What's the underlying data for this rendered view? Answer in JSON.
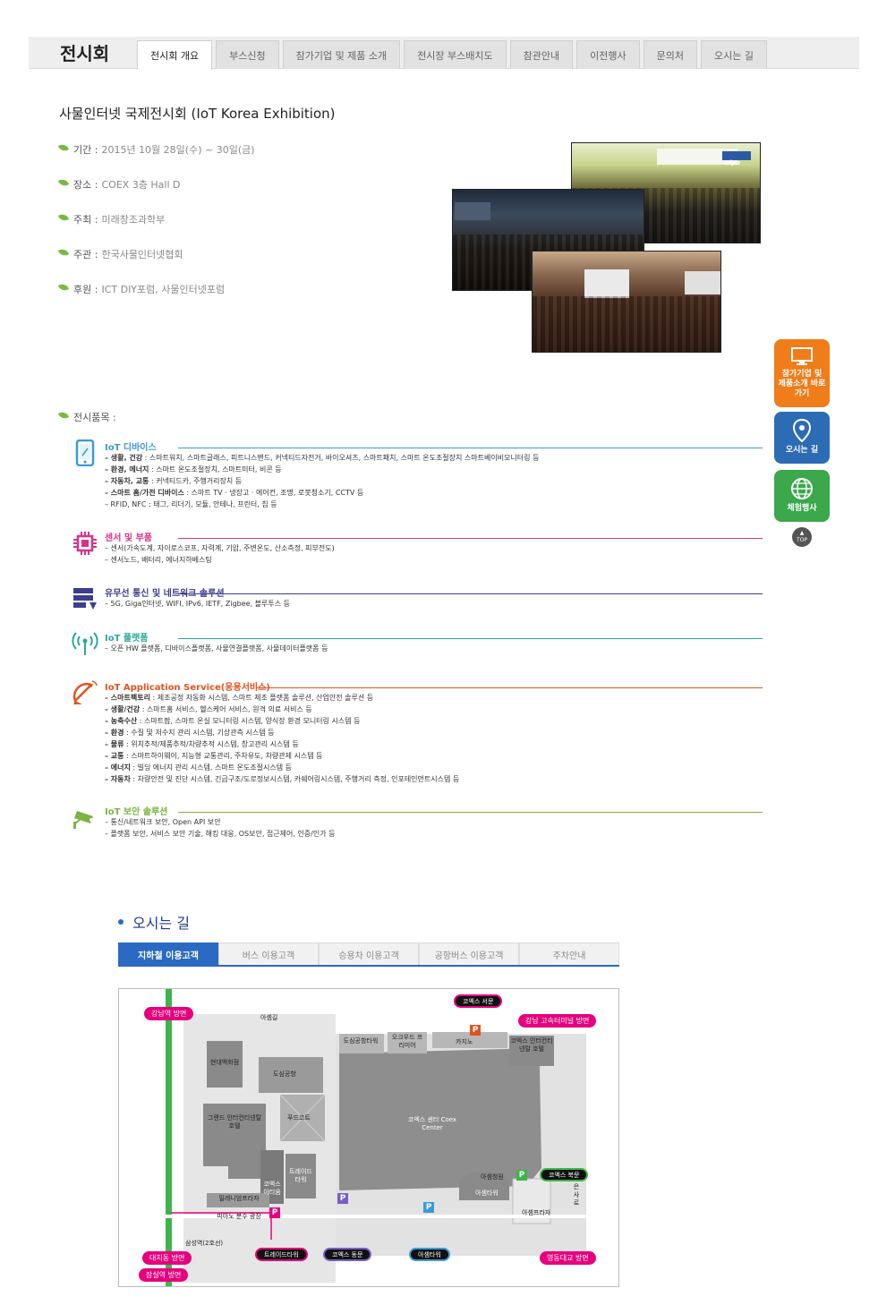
{
  "header": {
    "title": "전시회",
    "tabs": [
      {
        "label": "전시회 개요",
        "active": true
      },
      {
        "label": "부스신청"
      },
      {
        "label": "참가기업 및 제품 소개"
      },
      {
        "label": "전시장 부스배치도"
      },
      {
        "label": "참관안내"
      },
      {
        "label": "이전행사"
      },
      {
        "label": "문의처"
      },
      {
        "label": "오시는 길"
      }
    ]
  },
  "exhibition": {
    "headline": "사물인터넷 국제전시회 (IoT Korea Exhibition)",
    "info": [
      {
        "key": "기간 :",
        "value": "2015년 10월 28일(수) ~ 30일(금)"
      },
      {
        "key": "장소 :",
        "value": "COEX 3층 Hall D"
      },
      {
        "key": "주최 :",
        "value": "미래창조과학부"
      },
      {
        "key": "주관 :",
        "value": "한국사물인터넷협회"
      },
      {
        "key": "후원 :",
        "value": "ICT DIY포럼, 사물인터넷포럼"
      }
    ],
    "photo_banner": "nipa",
    "items_label": "전시품목 :"
  },
  "side_buttons": {
    "b1": "참가기업 및 제품소개 바로 가기",
    "b2": "오시는 길",
    "b3": "체험행사",
    "top": "TOP"
  },
  "categories": [
    {
      "title": "IoT 디바이스",
      "color": "#3b9ad6",
      "lines": [
        {
          "b": "– 생활, 건강",
          "t": " : 스마트워치, 스마트글래스, 피트니스밴드, 커넥티드자전거, 바이오셔츠, 스마트패치, 스마트 온도조절장치  스마트베이비모니터링 등"
        },
        {
          "b": "– 환경, 에너지",
          "t": " : 스마트 온도조절장치, 스마트미터, 비콘 등"
        },
        {
          "b": "– 자동차, 교통",
          "t": " : 커넥티드카, 주행거리장치 등"
        },
        {
          "b": "– 스마트 홈/가전 디바이스",
          "t": " : 스마트 TV · 냉장고 · 에어컨, 조명, 로봇청소기, CCTV 등"
        },
        {
          "b": "",
          "t": "– RFID, NFC : 태그, 리더기, 모듈, 안테나, 프린터, 칩 등"
        }
      ]
    },
    {
      "title": "센서 및 부품",
      "color": "#d6338a",
      "lines": [
        {
          "b": "",
          "t": "– 센서(가속도계, 자이로스코프, 자력계, 기압, 주변온도, 산소측정, 피부전도)"
        },
        {
          "b": "",
          "t": "– 센서노드, 배터리, 에너지하베스팅"
        }
      ]
    },
    {
      "title": "유무선 통신 및 네트워크 솔루션",
      "color": "#3d3d8f",
      "lines": [
        {
          "b": "",
          "t": "– 5G, Giga인터넷, WIFI, IPv6, IETF, Zigbee, 블루투스 등"
        }
      ]
    },
    {
      "title": "IoT 플랫폼",
      "color": "#2aa89a",
      "lines": [
        {
          "b": "",
          "t": "– 오픈 HW 플랫폼, 디바이스플랫폼, 사물연결플랫폼, 사물데이터플랫폼 등"
        }
      ]
    },
    {
      "title": "IoT Application Service(응용서비스)",
      "color": "#e0531f",
      "lines": [
        {
          "b": "– 스마트팩토리",
          "t": " : 제조공정 자동화 시스템, 스마트 제조 플랫폼 솔루션, 산업안전 솔루션 등"
        },
        {
          "b": "– 생활/건강",
          "t": " : 스마트홈 서비스, 헬스케어 서비스, 원격 의료 서비스 등"
        },
        {
          "b": "– 농축수산",
          "t": " : 스마트팜, 스마트 온실 모니터링 시스템, 양식장 환경 모니터링 시스템 등"
        },
        {
          "b": "– 환경",
          "t": " : 수질 및 저수지 관리 시스템, 기상관측 시스템 등"
        },
        {
          "b": "– 물류",
          "t": " : 위치추적/제품추적/차량추적 시스템, 창고관리 시스템 등"
        },
        {
          "b": "– 교통",
          "t": " : 스마트하이웨이, 지능형 교통관리, 주차유도, 차량관제 시스템 등"
        },
        {
          "b": "– 에너지",
          "t": " : 빌딩 에너지 관리 시스템, 스마트 온도조절시스템 등"
        },
        {
          "b": "– 자동차",
          "t": " : 차량안전 및 진단 시스템, 긴급구조/도로정보시스템, 카쉐어링시스템, 주행거리 측정, 인포테인먼트시스템 등"
        }
      ]
    },
    {
      "title": "IoT 보안 솔루션",
      "color": "#7cb342",
      "lines": [
        {
          "b": "",
          "t": "– 통신/네트워크 보안, Open API 보안"
        },
        {
          "b": "",
          "t": "– 플랫폼 보안, 서비스 보안 기술, 해킹 대응, OS보안, 접근제어, 인증/인가 등"
        }
      ]
    }
  ],
  "directions": {
    "title": "오시는 길",
    "tabs": [
      {
        "label": "지하철 이용고객",
        "active": true
      },
      {
        "label": "버스 이용고객"
      },
      {
        "label": "승용차 이용고객"
      },
      {
        "label": "공항버스 이용고객"
      },
      {
        "label": "주차안내"
      }
    ],
    "map": {
      "pills_pink": [
        "강남역 방면",
        "강남 고속터미널 방면",
        "대치동 방면",
        "잠실역 방면",
        "영동대교 방면"
      ],
      "pills_black": [
        "코엑스 서문",
        "코엑스 북문",
        "트레이드타워",
        "코엑스 동문",
        "아셈타워"
      ],
      "labels": {
        "asem_road": "아셈길",
        "hyundai": "현대백화점",
        "airport": "도심공항",
        "grand": "그랜드 인터컨티넨탈 호텔",
        "food": "푸드코트",
        "coex": "코엑스 센터 Coex Center",
        "airport_tower": "도심공항타워",
        "oakwood": "오크우드 프리미어",
        "casino": "카지노",
        "coex_ic": "코엑스 인터컨티넨탈 호텔",
        "asem_hall": "아셈청원",
        "asem_tower": "아셈타워",
        "asem_plaza": "아셈프라자",
        "bongeunsa": "봉은사로",
        "trade": "트레이드 타워",
        "coex_atrium": "코엑스 아티움",
        "millennium": "밀레니엄프라자",
        "fountain": "피아노 분수 광장",
        "samsung_station": "삼성역(2호선)"
      }
    }
  }
}
